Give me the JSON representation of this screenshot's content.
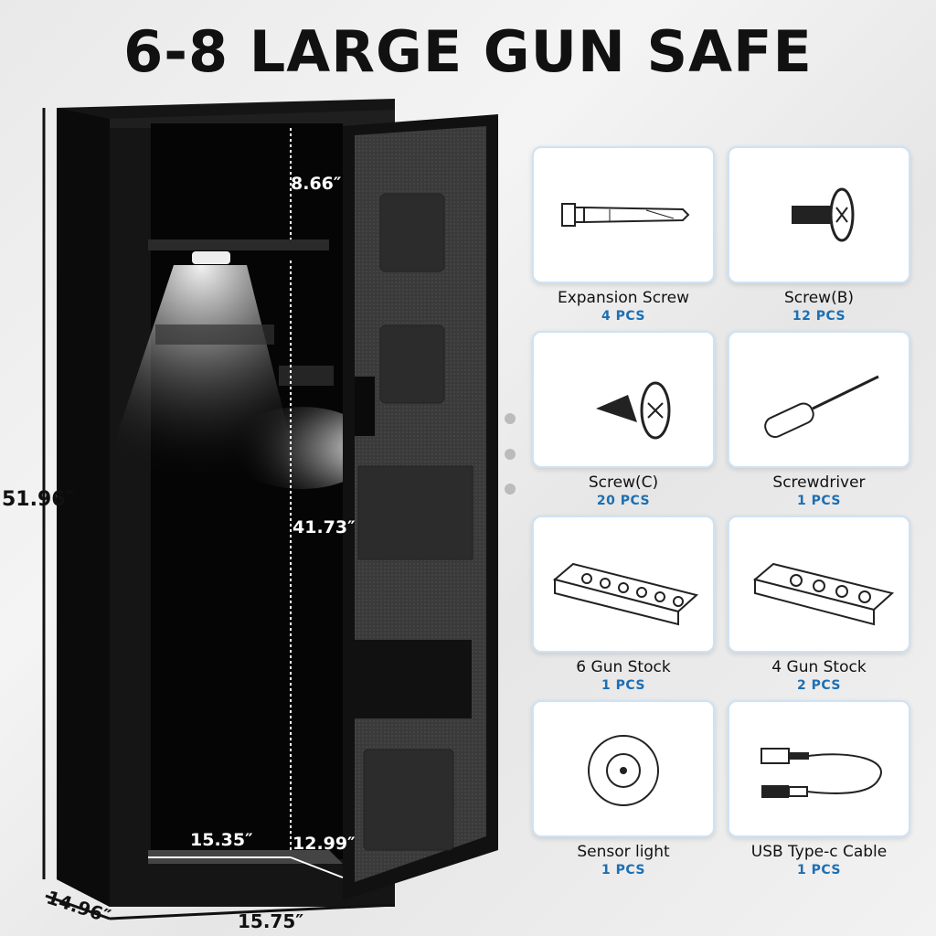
{
  "title": "6-8 LARGE GUN SAFE",
  "dimensions": {
    "height_total": "51.96″",
    "top_compartment": "8.66″",
    "main_compartment": "41.73″",
    "inner_width": "15.35″",
    "inner_depth": "12.99″",
    "outer_depth": "14.96″",
    "outer_width": "15.75″"
  },
  "accessories": [
    {
      "icon": "expansion-screw-icon",
      "name": "Expansion Screw",
      "qty": "4 PCS"
    },
    {
      "icon": "screw-b-icon",
      "name": "Screw(B)",
      "qty": "12 PCS"
    },
    {
      "icon": "screw-c-icon",
      "name": "Screw(C)",
      "qty": "20 PCS"
    },
    {
      "icon": "screwdriver-icon",
      "name": "Screwdriver",
      "qty": "1 PCS"
    },
    {
      "icon": "six-gun-stock-icon",
      "name": "6 Gun Stock",
      "qty": "1 PCS"
    },
    {
      "icon": "four-gun-stock-icon",
      "name": "4 Gun Stock",
      "qty": "2 PCS"
    },
    {
      "icon": "sensor-light-icon",
      "name": "Sensor light",
      "qty": "1 PCS"
    },
    {
      "icon": "usb-cable-icon",
      "name": "USB Type-c Cable",
      "qty": "1 PCS"
    }
  ],
  "colors": {
    "accent": "#1c6fb3",
    "card_border": "#cfe2f4",
    "safe_body": "#141414"
  }
}
